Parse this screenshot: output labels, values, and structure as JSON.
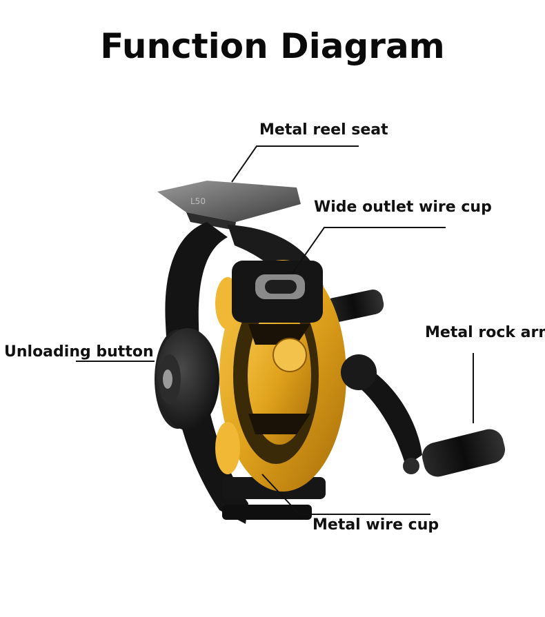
{
  "title": "Function Diagram",
  "callouts": {
    "reel_seat": "Metal reel seat",
    "wire_cup_wide": "Wide outlet wire cup",
    "rock_arm": "Metal rock arm",
    "unloading_button": "Unloading button",
    "metal_wire_cup": "Metal wire cup"
  },
  "engraving": "L50",
  "colors": {
    "frame": "#141414",
    "spool_gold": "#e0a21c",
    "spool_gold_dark": "#a86d08",
    "seat_grey": "#6b6b6b",
    "leader_line": "#111111"
  }
}
